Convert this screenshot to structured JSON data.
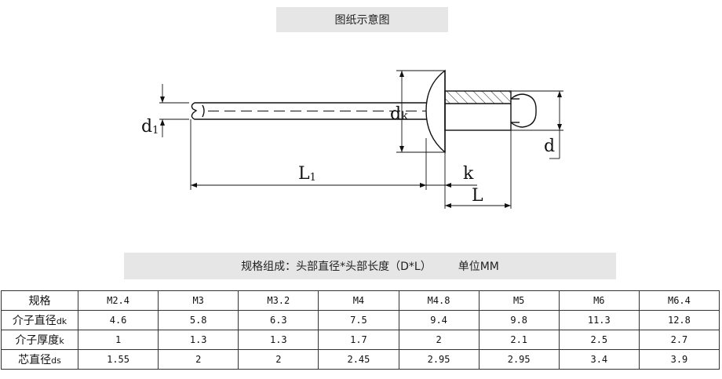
{
  "title_banner": "图纸示意图",
  "drawing_labels": {
    "d1_main": "d",
    "d1_sub": "1",
    "dk_main": "d",
    "dk_sub": "k",
    "d": "d",
    "L1_main": "L",
    "L1_sub": "1",
    "k": "k",
    "L": "L"
  },
  "spec_banner": {
    "text": "规格组成：头部直径*头部长度（D*L）",
    "unit": "单位MM"
  },
  "table": {
    "header": {
      "label": "规格",
      "label_suffix": "",
      "cells": [
        "M2.4",
        "M3",
        "M3.2",
        "M4",
        "M4.8",
        "M5",
        "M6",
        "M6.4"
      ]
    },
    "rows": [
      {
        "label": "介子直径",
        "label_suffix": "dk",
        "cells": [
          "4.6",
          "5.8",
          "6.3",
          "7.5",
          "9.4",
          "9.8",
          "11.3",
          "12.8"
        ]
      },
      {
        "label": "介子厚度",
        "label_suffix": "k",
        "cells": [
          "1",
          "1.3",
          "1.3",
          "1.7",
          "2",
          "2.1",
          "2.5",
          "2.7"
        ]
      },
      {
        "label": "芯直径",
        "label_suffix": "ds",
        "cells": [
          "1.55",
          "2",
          "2",
          "2.45",
          "2.95",
          "2.95",
          "3.4",
          "3.9"
        ]
      }
    ]
  }
}
